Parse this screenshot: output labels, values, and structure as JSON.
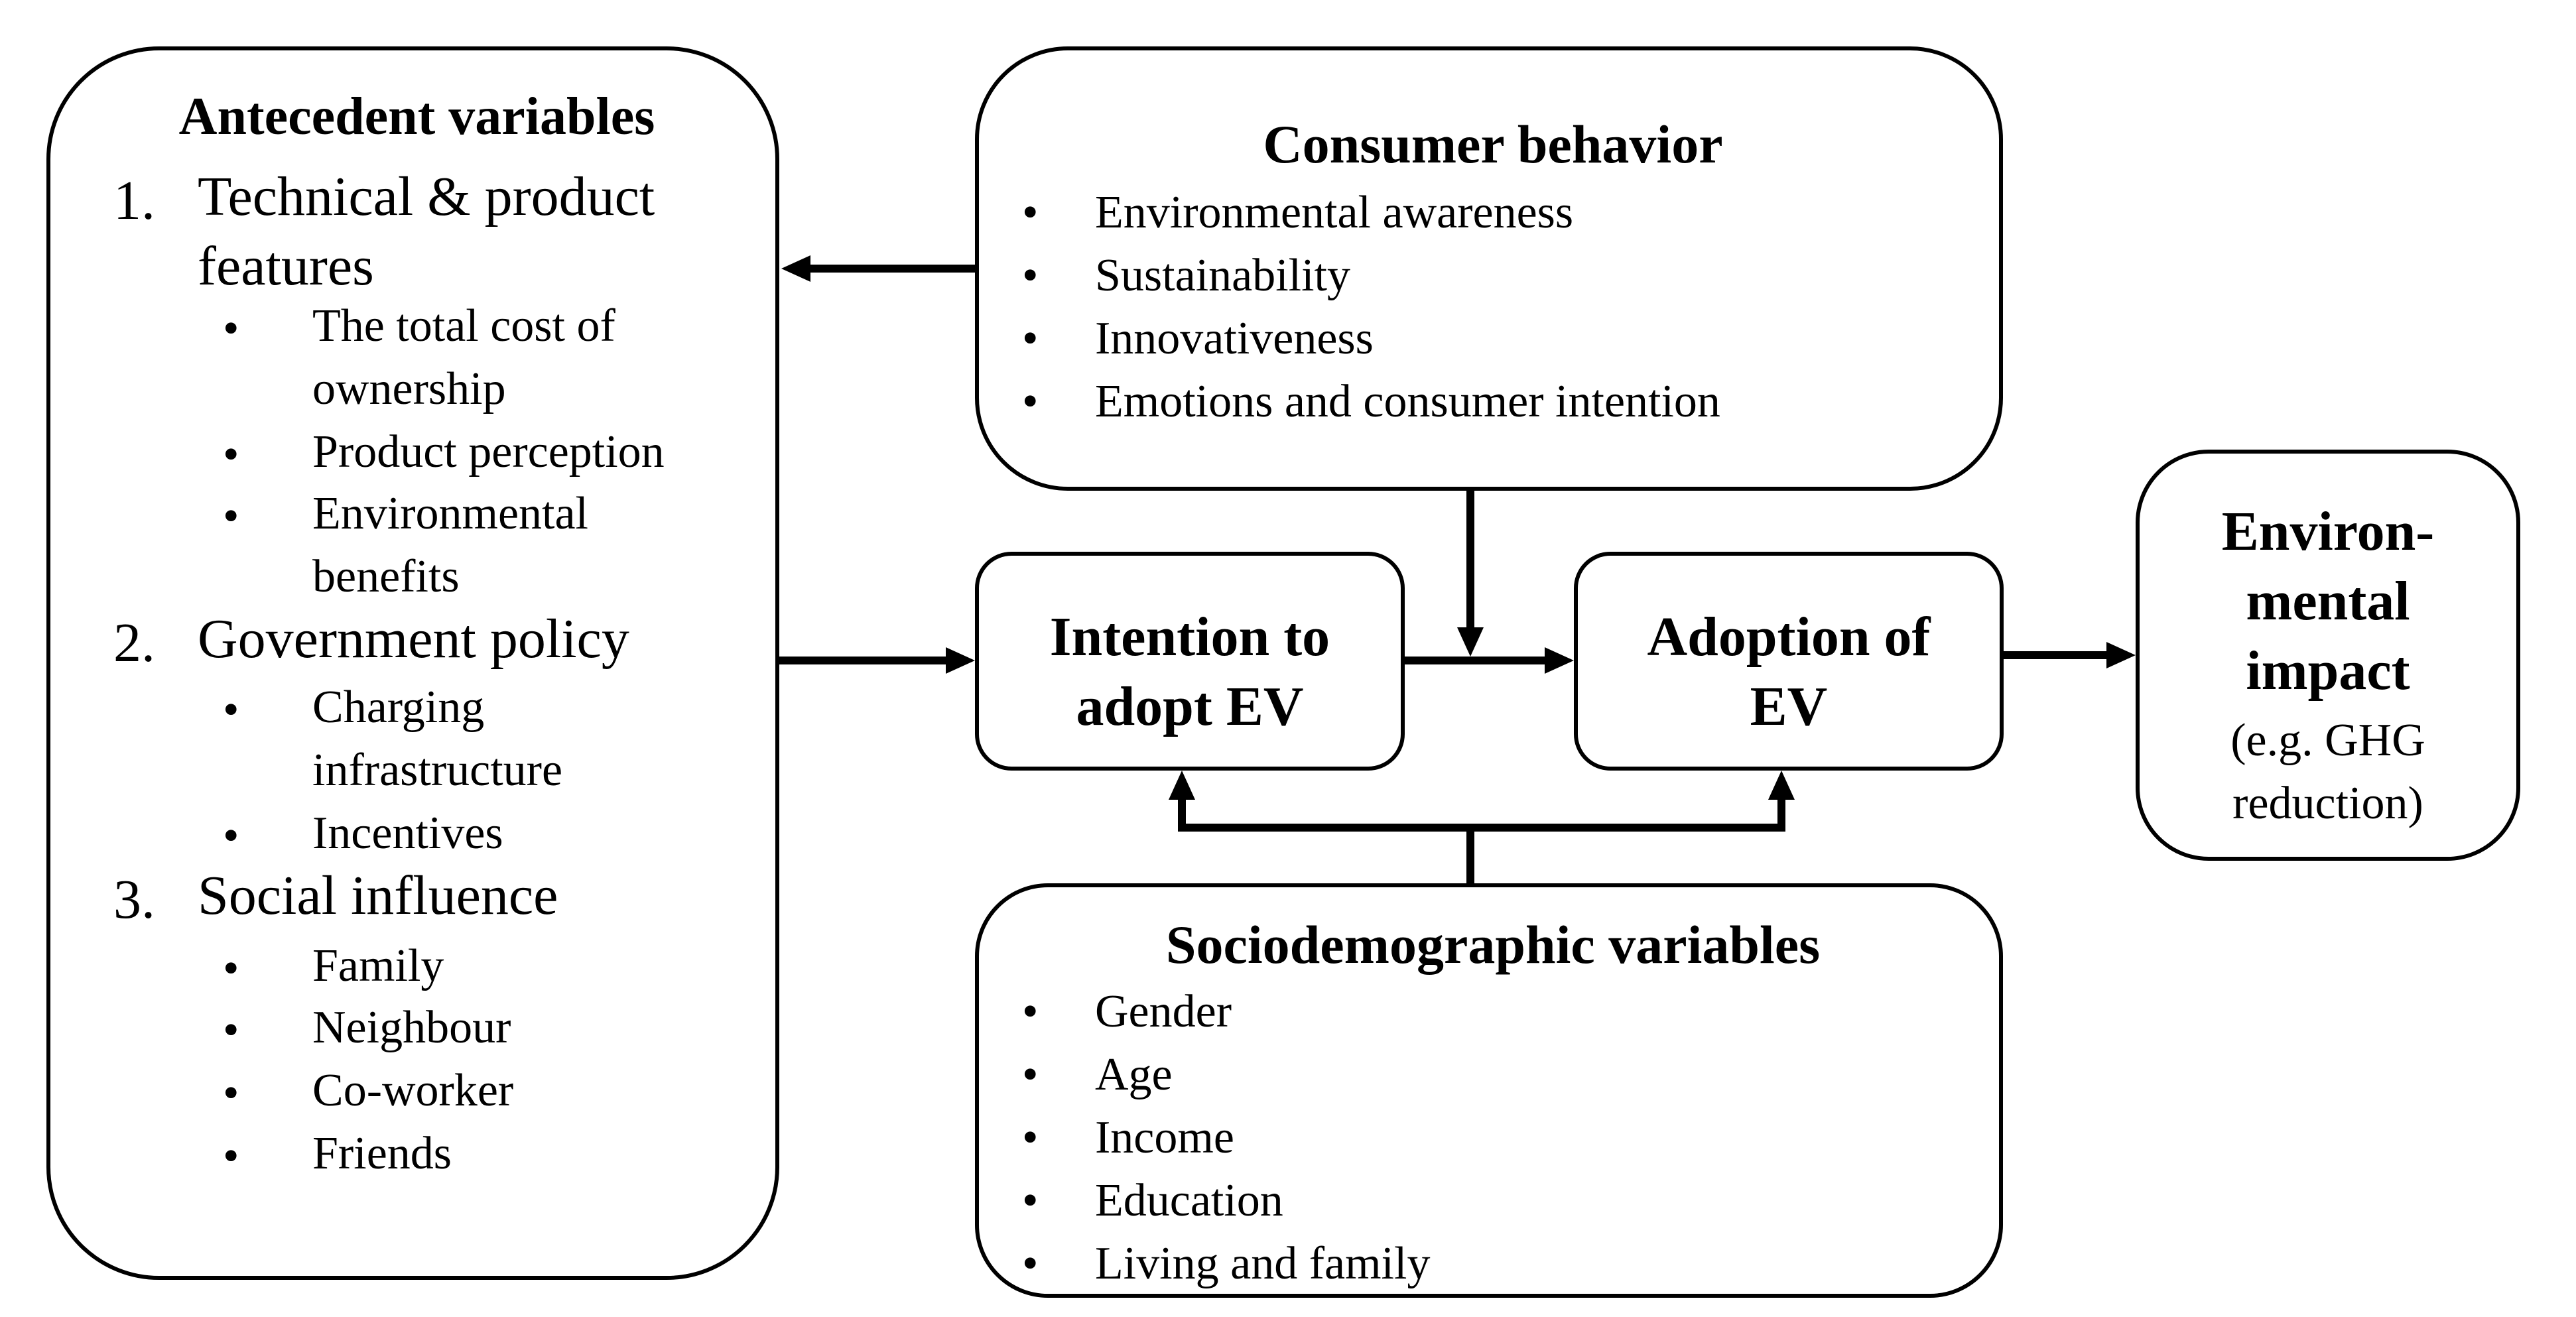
{
  "antecedent": {
    "title": "Antecedent variables",
    "groups": [
      {
        "num": "1.",
        "line1": "Technical & product",
        "line2": "features",
        "items": [
          {
            "line1": "The total cost of",
            "line2": "ownership"
          },
          {
            "line1": "Product perception",
            "line2": ""
          },
          {
            "line1": "Environmental",
            "line2": "benefits"
          }
        ]
      },
      {
        "num": "2.",
        "line1": "Government policy",
        "line2": "",
        "items": [
          {
            "line1": "Charging",
            "line2": "infrastructure"
          },
          {
            "line1": "Incentives",
            "line2": ""
          }
        ]
      },
      {
        "num": "3.",
        "line1": "Social influence",
        "line2": "",
        "items": [
          {
            "line1": "Family",
            "line2": ""
          },
          {
            "line1": "Neighbour",
            "line2": ""
          },
          {
            "line1": "Co-worker",
            "line2": ""
          },
          {
            "line1": "Friends",
            "line2": ""
          }
        ]
      }
    ]
  },
  "consumer": {
    "title": "Consumer behavior",
    "items": [
      "Environmental awareness",
      "Sustainability",
      "Innovativeness",
      "Emotions and consumer intention"
    ]
  },
  "intention": {
    "line1": "Intention to",
    "line2": "adopt EV"
  },
  "adoption": {
    "line1": "Adoption of",
    "line2": "EV"
  },
  "impact": {
    "line1": "Environ-",
    "line2": "mental",
    "line3": "impact",
    "sub1": "(e.g. GHG",
    "sub2": "reduction)"
  },
  "socio": {
    "title": "Sociodemographic variables",
    "items": [
      "Gender",
      "Age",
      "Income",
      "Education",
      "Living and family"
    ]
  },
  "bullet": "•"
}
